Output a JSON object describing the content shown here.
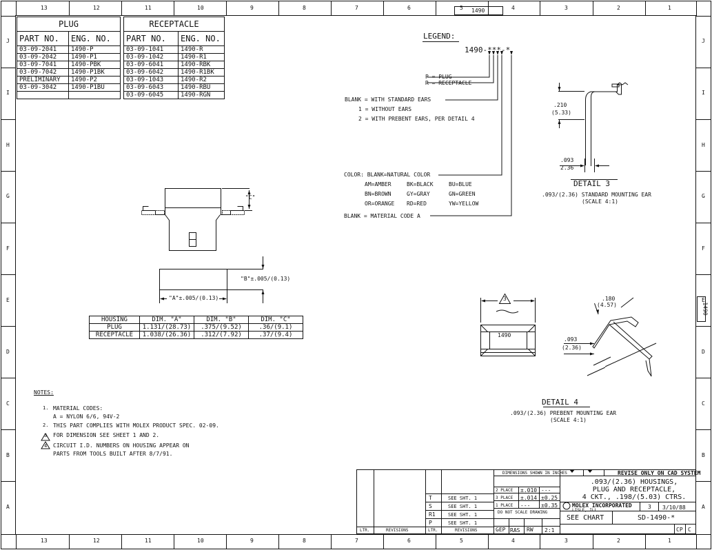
{
  "border": {
    "columns": [
      "13",
      "12",
      "11",
      "10",
      "9",
      "8",
      "7",
      "6",
      "5",
      "4",
      "3",
      "2",
      "1"
    ],
    "rows": [
      "J",
      "I",
      "H",
      "G",
      "F",
      "E",
      "D",
      "C",
      "B",
      "A"
    ],
    "top_stamp": "1490",
    "side_stamp": "1490"
  },
  "plug_table": {
    "title": "PLUG",
    "headers": [
      "PART NO.",
      "ENG. NO."
    ],
    "rows": [
      [
        "03-09-2041",
        "1490-P"
      ],
      [
        "03-09-2042",
        "1490-P1"
      ],
      [
        "03-09-7041",
        "1490-PBK"
      ],
      [
        "03-09-7042",
        "1490-P1BK"
      ],
      [
        "PRELIMINARY",
        "1490-P2"
      ],
      [
        "03-09-3042",
        "1490-P1BU"
      ],
      [
        "",
        ""
      ]
    ]
  },
  "receptacle_table": {
    "title": "RECEPTACLE",
    "headers": [
      "PART NO.",
      "ENG. NO."
    ],
    "rows": [
      [
        "03-09-1041",
        "1490-R"
      ],
      [
        "03-09-1042",
        "1490-R1"
      ],
      [
        "03-09-6041",
        "1490-RBK"
      ],
      [
        "03-09-6042",
        "1490-R1BK"
      ],
      [
        "03-09-1043",
        "1490-R2"
      ],
      [
        "03-09-6043",
        "1490-RBU"
      ],
      [
        "03-09-6045",
        "1490-RGN"
      ]
    ]
  },
  "legend": {
    "title": "LEGEND:",
    "code": "1490-***-*",
    "plug": "P = PLUG",
    "receptacle": "R = RECEPTACLE",
    "ears": [
      "BLANK = WITH STANDARD EARS",
      "1 = WITHOUT EARS",
      "2 = WITH PREBENT EARS, PER DETAIL 4"
    ],
    "color_intro": "COLOR: BLANK=NATURAL COLOR",
    "colors": [
      [
        "AM=AMBER",
        "BK=BLACK",
        "BU=BLUE"
      ],
      [
        "BN=BROWN",
        "GY=GRAY",
        "GN=GREEN"
      ],
      [
        "OR=ORANGE",
        "RD=RED",
        "YW=YELLOW"
      ]
    ],
    "material": "BLANK = MATERIAL CODE A"
  },
  "detail3": {
    "dim_top": ".210",
    "dim_top_mm": "(5.33)",
    "dim_bottom": ".093",
    "dim_bottom_mm": "2.36",
    "title": "DETAIL 3",
    "caption": ".093/(2.36) STANDARD MOUNTING EAR",
    "scale": "(SCALE 4:1)"
  },
  "detail4": {
    "dim_top": ".180",
    "dim_top_mm": "(4.57)",
    "dim_left": ".093",
    "dim_left_mm": "(2.36)",
    "title": "DETAIL 4",
    "caption": ".093/(2.36) PREBENT MOUNTING EAR",
    "scale": "(SCALE 4:1)"
  },
  "housing_view": {
    "dim_c": "\"C\"",
    "dim_b": "\"B\"±.005/(0.13)",
    "dim_a": "\"A\"±.005/(0.13)"
  },
  "part_view": {
    "callout": "3",
    "label": "1490"
  },
  "dim_table": {
    "headers": [
      "HOUSING",
      "DIM. \"A\"",
      "DIM. \"B\"",
      "DIM. \"C\""
    ],
    "rows": [
      [
        "PLUG",
        "1.131/(28.73)",
        ".375/(9.52)",
        ".36/(9.1)"
      ],
      [
        "RECEPTACLE",
        "1.038/(26.36)",
        ".312/(7.92)",
        ".37/(9.4)"
      ]
    ]
  },
  "notes": {
    "title": "NOTES:",
    "items": [
      {
        "mark": "1.",
        "text": "MATERIAL CODES:"
      },
      {
        "mark": "",
        "text": "A = NYLON 6/6, 94V-2"
      },
      {
        "mark": "2.",
        "text": "THIS PART COMPLIES WITH MOLEX PRODUCT SPEC. 02-09."
      },
      {
        "mark": "3",
        "text": "FOR DIMENSION SEE SHEET 1 AND 2."
      },
      {
        "mark": "4",
        "text": "CIRCUIT I.D. NUMBERS ON HOUSING APPEAR ON"
      },
      {
        "mark": "",
        "text": "PARTS FROM TOOLS BUILT AFTER 8/7/91."
      }
    ]
  },
  "revisions": {
    "rows": [
      [
        "T",
        "SEE SHT. 1"
      ],
      [
        "S",
        "SEE SHT. 1"
      ],
      [
        "R1",
        "SEE SHT. 1"
      ],
      [
        "P",
        "SEE SHT. 1"
      ]
    ],
    "footer": [
      "LTR.",
      "REVISIONS",
      "LTR.",
      "REVISIONS"
    ]
  },
  "title_block": {
    "revise_note": "REVISE ONLY ON CAD SYSTEM",
    "title_lines": [
      ".093/(2.36) HOUSINGS,",
      "PLUG AND RECEPTACLE,",
      "4 CKT., .198/(5.03) CTRS."
    ],
    "company": "MOLEX INCORPORATED",
    "company_sub": "LISLE, ILL.",
    "sheet": "3",
    "date": "3/10/88",
    "drawn": "GEP",
    "checked": "RW",
    "approved": "RAS",
    "scale": "2:1",
    "chart": "SEE CHART",
    "dwg_no": "SD-1490-*",
    "size": "C",
    "system": "CP",
    "tolerances_title": "DIMENSIONS SHOWN IN INCHES",
    "tolerances": [
      [
        "2 PLACE",
        "±.010",
        "---"
      ],
      [
        "3 PLACE",
        "±.014",
        "±0.25"
      ],
      [
        "1 PLACE",
        "---",
        "±0.35"
      ]
    ],
    "small_notes": "DO NOT SCALE DRAWING"
  }
}
